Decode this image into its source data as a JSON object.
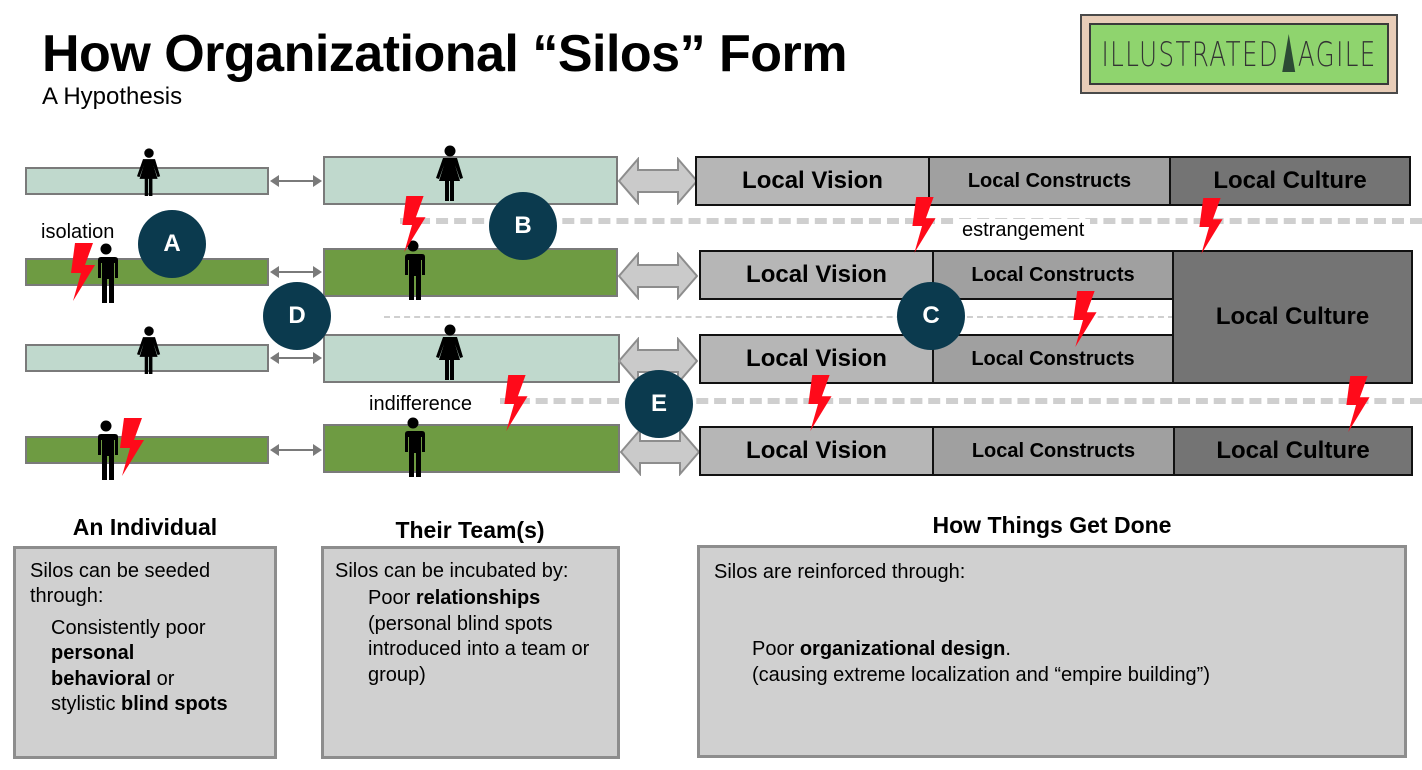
{
  "header": {
    "title": "How Organizational “Silos” Form",
    "subtitle": "A Hypothesis"
  },
  "logo": {
    "text_left": "ILLUSTRATED",
    "text_right": "AGILE",
    "icon": "pine-tree-icon"
  },
  "colors": {
    "member_light": "#c0d9cd",
    "member_dark": "#6e9b42",
    "local_vision": "#b6b6b6",
    "local_constructs": "#a0a0a0",
    "local_culture": "#747474",
    "marker_circle": "#0b3a4e",
    "bolt": "#ff0a1a",
    "dashed_line": "#cfcfcf",
    "panel_bg": "#d0d0d0"
  },
  "diagram": {
    "rows": [
      {
        "shade": "light",
        "person": "woman",
        "vision": "Local Vision",
        "constructs": "Local Constructs",
        "culture": "Local Culture"
      },
      {
        "shade": "dark",
        "person": "man",
        "vision": "Local Vision",
        "constructs": "Local Constructs",
        "culture": "Local Culture"
      },
      {
        "shade": "light",
        "person": "woman",
        "vision": "Local Vision",
        "constructs": "Local Constructs",
        "culture": "Local Culture"
      },
      {
        "shade": "dark",
        "person": "man",
        "vision": "Local Vision",
        "constructs": "Local Constructs",
        "culture": "Local Culture"
      }
    ],
    "markers": [
      "A",
      "B",
      "C",
      "D",
      "E"
    ],
    "labels": {
      "isolation": "isolation",
      "estrangement": "estrangement",
      "indifference": "indifference"
    }
  },
  "sections": {
    "individual": {
      "title": "An Individual",
      "intro": "Silos can be seeded through:",
      "line1": "Consistently poor",
      "bold1": "personal",
      "bold2": "behavioral",
      "text2": " or",
      "text3": "stylistic ",
      "bold3": "blind spots"
    },
    "team": {
      "title": "Their Team(s)",
      "intro": "Silos can be incubated by:",
      "text1": "Poor ",
      "bold1": "relationships",
      "detail": "(personal blind spots introduced into a team or group)"
    },
    "org": {
      "title": "How Things Get Done",
      "intro": "Silos are reinforced through:",
      "text1": "Poor ",
      "bold1": "organizational design",
      "text2": ".",
      "detail": "(causing extreme localization and “empire building”)"
    }
  }
}
